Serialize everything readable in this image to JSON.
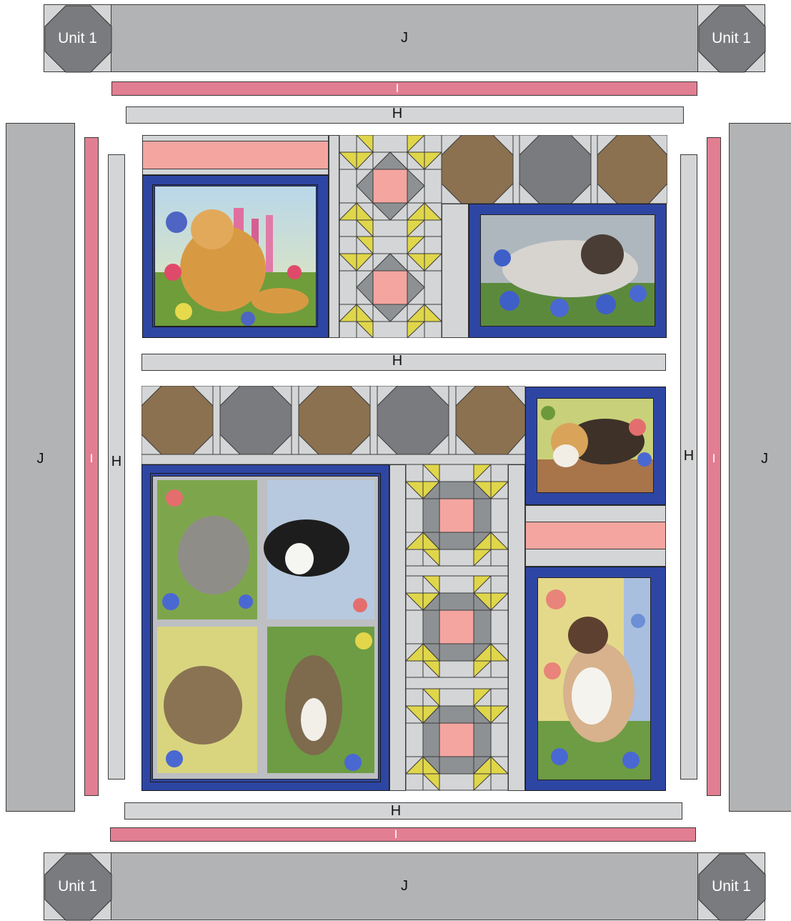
{
  "labels": {
    "unit": "Unit 1",
    "j": "J",
    "i": "I",
    "h": "H"
  },
  "colors": {
    "border_j": "#b2b3b5",
    "sashing_h": "#d4d5d6",
    "border_i": "#e27e91",
    "salmon": "#f4a5a0",
    "panel_blue": "#2e46a3",
    "star_yellow": "#e0d64a",
    "star_gray": "#8e9194",
    "tan_octagon": "#8b7150",
    "gray_octagon": "#797b7e"
  },
  "icons": {
    "photo_panels": [
      "cat-orange-photo",
      "cat-himalayan-photo",
      "cat-calico-photo",
      "four-kittens-photo",
      "cat-ragdoll-photo"
    ],
    "blocks": [
      "star-block-icon",
      "snowball-block-icon",
      "unit-1-icon"
    ]
  }
}
